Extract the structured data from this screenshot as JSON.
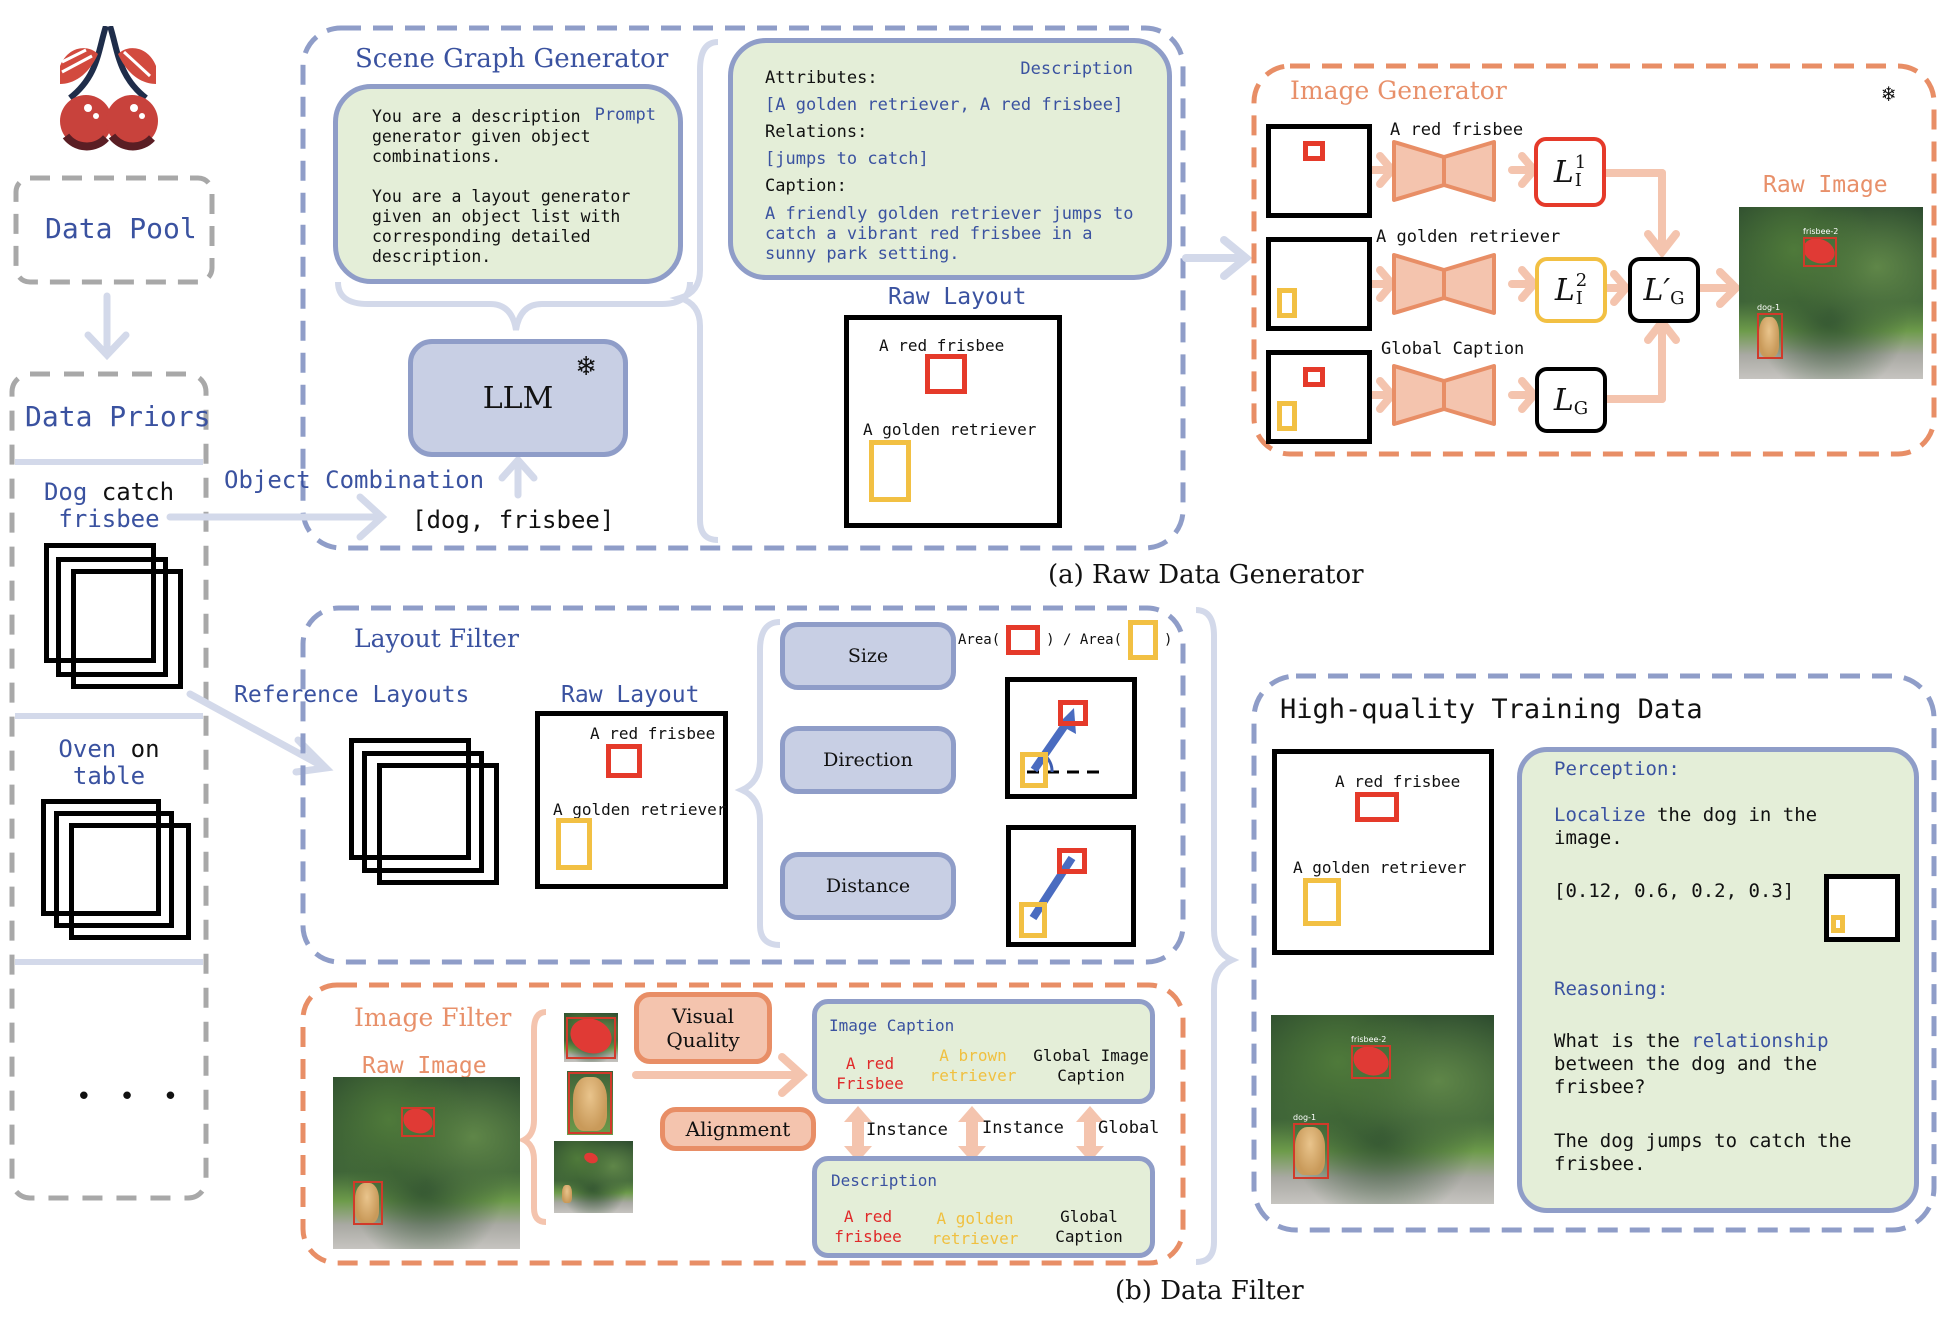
{
  "logo": {
    "icon": "cherry-logo-icon"
  },
  "left_column": {
    "data_pool_label": "Data Pool",
    "data_priors_label": "Data Priors",
    "priors": [
      {
        "subject": "Dog",
        "verb": "catch",
        "object": "frisbee"
      },
      {
        "subject": "Oven",
        "verb": "on",
        "object": "table"
      }
    ],
    "ellipsis": "• • •"
  },
  "raw_data_generator": {
    "caption": "(a) Raw Data Generator",
    "scene_graph_generator": {
      "title": "Scene Graph Generator",
      "prompt_tag": "Prompt",
      "prompt_lines": [
        "You are a description",
        "generator given object",
        "combinations.",
        "",
        "You are a layout generator",
        "given an object list with",
        "corresponding detailed",
        "description."
      ],
      "llm_label": "LLM",
      "frozen_icon": "snowflake-icon",
      "object_combination_label": "Object Combination",
      "object_list": "[dog, frisbee]"
    },
    "description_box": {
      "tag": "Description",
      "attributes_label": "Attributes:",
      "attributes_value": "[A golden retriever, A red frisbee]",
      "relations_label": "Relations:",
      "relations_value": "[jumps to catch]",
      "caption_label": "Caption:",
      "caption_lines": [
        "A friendly golden retriever jumps to",
        "catch a vibrant red frisbee in a",
        "sunny park setting."
      ]
    },
    "raw_layout": {
      "title": "Raw Layout",
      "frisbee_label": "A red frisbee",
      "dog_label": "A golden retriever"
    },
    "image_generator": {
      "title": "Image Generator",
      "frozen_icon": "snowflake-icon",
      "rows": [
        {
          "label": "A red frisbee",
          "loss": "L",
          "sup": "1",
          "sub": "I",
          "color": "#e53a2a"
        },
        {
          "label": "A golden retriever",
          "loss": "L",
          "sup": "2",
          "sub": "I",
          "color": "#f2c043"
        },
        {
          "label": "Global Caption",
          "loss": "L",
          "sup": "",
          "sub": "G",
          "color": "#000000"
        }
      ],
      "merged_loss": {
        "loss": "L′",
        "sub": "G"
      },
      "raw_image_label": "Raw Image",
      "bbox_labels": [
        "frisbee-2",
        "dog-1"
      ]
    }
  },
  "data_filter": {
    "caption": "(b) Data Filter",
    "reference_layouts_label": "Reference Layouts",
    "layout_filter": {
      "title": "Layout Filter",
      "raw_layout_title": "Raw Layout",
      "frisbee_label": "A red frisbee",
      "dog_label": "A golden retriever",
      "criteria": [
        {
          "label": "Size",
          "formula_left": "Area(",
          "formula_mid": ") / Area(",
          "formula_right": ")"
        },
        {
          "label": "Direction"
        },
        {
          "label": "Distance"
        }
      ]
    },
    "image_filter": {
      "title": "Image Filter",
      "raw_image_label": "Raw Image",
      "visual_quality_label": "Visual\nQuality",
      "alignment_label": "Alignment",
      "image_caption_box": {
        "title": "Image Caption",
        "items": [
          {
            "text": "A red\nFrisbee",
            "color": "#e02a2a"
          },
          {
            "text": "A brown\nretriever",
            "color": "#f0c040"
          },
          {
            "text": "Global Image\nCaption",
            "color": "#111111"
          }
        ]
      },
      "alignment_links": [
        "Instance",
        "Instance",
        "Global"
      ],
      "description_box": {
        "title": "Description",
        "items": [
          {
            "text": "A red\nfrisbee",
            "color": "#e02a2a"
          },
          {
            "text": "A golden\nretriever",
            "color": "#f0c040"
          },
          {
            "text": "Global\nCaption",
            "color": "#111111"
          }
        ]
      }
    }
  },
  "training_data": {
    "title": "High-quality Training Data",
    "layout": {
      "frisbee_label": "A red frisbee",
      "dog_label": "A golden retriever"
    },
    "perception_label": "Perception:",
    "perception_keyword": "Localize",
    "perception_rest": " the dog in the\nimage.",
    "bbox_coords": "[0.12, 0.6, 0.2, 0.3]",
    "reasoning_label": "Reasoning:",
    "question_prefix": "What is the ",
    "question_keyword": "relationship",
    "question_rest": "\nbetween the dog and the\nfrisbee?",
    "answer": "The dog jumps to catch the\nfrisbee."
  },
  "colors": {
    "blue_text": "#3a52a0",
    "lavender_border": "#8f9dc8",
    "green_fill": "#e4eed8",
    "orange_accent": "#e88e66",
    "red_box": "#e53a2a",
    "gold_box": "#f2c043",
    "grey_dash": "#a8a8a8"
  }
}
